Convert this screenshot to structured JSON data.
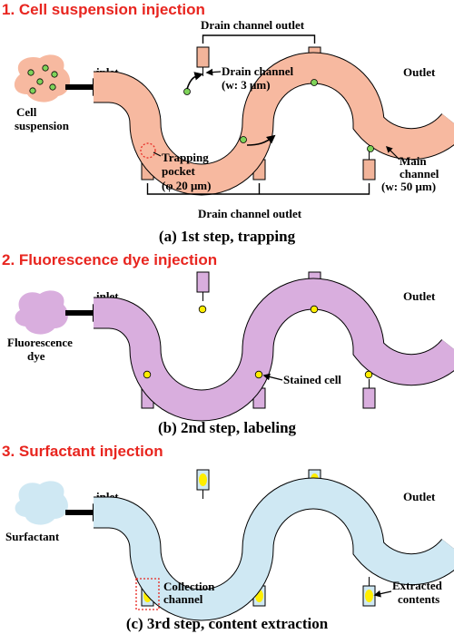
{
  "panels": [
    {
      "title": "1. Cell suspension injection",
      "caption": "(a) 1st step, trapping",
      "fluid_color": "#f7b9a0",
      "blob_label": [
        "Cell",
        "suspension"
      ],
      "inlet": "inlet",
      "outlet": "Outlet",
      "labels": {
        "drain_top": "Drain channel outlet",
        "drain_channel": [
          "Drain channel",
          "(w: 3 μm)"
        ],
        "trapping": [
          "Trapping",
          "pocket",
          "(φ 20 μm)"
        ],
        "main_channel": [
          "Main",
          "channel",
          "(w: 50 μm)"
        ],
        "drain_bottom": "Drain channel outlet"
      }
    },
    {
      "title": "2. Fluorescence dye injection",
      "caption": "(b) 2nd step, labeling",
      "fluid_color": "#d9aede",
      "blob_label": [
        "Fluorescence",
        "dye"
      ],
      "inlet": "inlet",
      "outlet": "Outlet",
      "labels": {
        "stained_cell": "Stained cell"
      }
    },
    {
      "title": "3. Surfactant injection",
      "caption": "(c) 3rd step, content extraction",
      "fluid_color": "#cfe8f3",
      "blob_label": [
        "Surfactant"
      ],
      "inlet": "inlet",
      "outlet": "Outlet",
      "labels": {
        "collection": [
          "Collection",
          "channel"
        ],
        "extracted": [
          "Extracted",
          "contents"
        ]
      }
    }
  ],
  "colors": {
    "title_red": "#e8251f",
    "cell_green": "#7fd35a",
    "stained_yellow": "#ffee00",
    "drain_fill": "#f2b49a",
    "outline": "#000000"
  }
}
